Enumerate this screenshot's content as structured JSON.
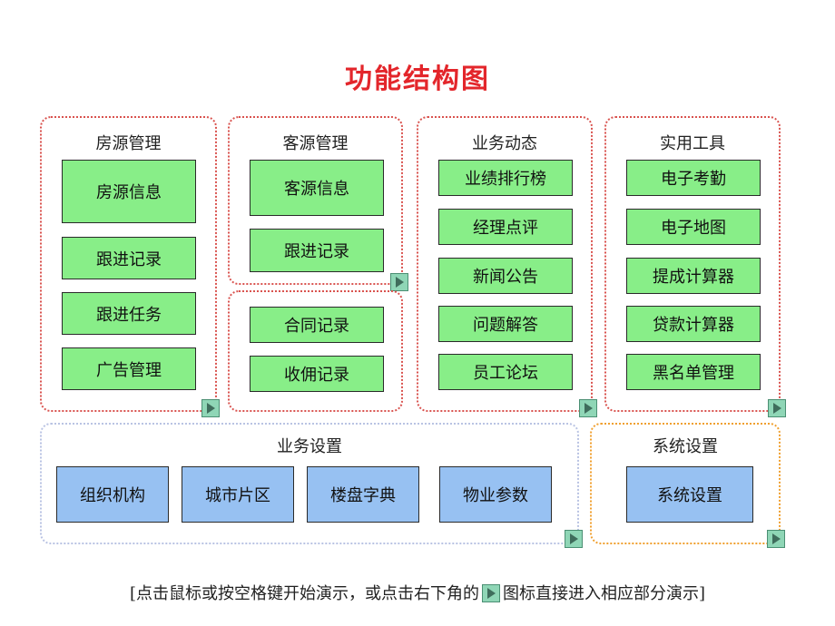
{
  "title": "功能结构图",
  "panels": {
    "fangyuan": {
      "title": "房源管理",
      "items": [
        "房源信息",
        "跟进记录",
        "跟进任务",
        "广告管理"
      ]
    },
    "keyuan": {
      "title": "客源管理",
      "items": [
        "客源信息",
        "跟进记录"
      ]
    },
    "hetong": {
      "items": [
        "合同记录",
        "收佣记录"
      ]
    },
    "yewudongtai": {
      "title": "业务动态",
      "items": [
        "业绩排行榜",
        "经理点评",
        "新闻公告",
        "问题解答",
        "员工论坛"
      ]
    },
    "shiyong": {
      "title": "实用工具",
      "items": [
        "电子考勤",
        "电子地图",
        "提成计算器",
        "贷款计算器",
        "黑名单管理"
      ]
    },
    "yewushezhi": {
      "title": "业务设置",
      "items": [
        "组织机构",
        "城市片区",
        "楼盘字典",
        "物业参数"
      ]
    },
    "xitongshezhi": {
      "title": "系统设置",
      "items": [
        "系统设置"
      ]
    }
  },
  "footer": {
    "part1": "[点击鼠标或按空格键开始演示，或点击右下角的",
    "part2": "图标直接进入相应部分演示]"
  },
  "icons": {
    "arrow": "play-arrow-icon"
  },
  "colors": {
    "title": "#e3262b",
    "green_box": "#88ee88",
    "blue_box": "#97c1f2",
    "red_border": "#d9534f",
    "arrow": "#8fd6b6"
  }
}
